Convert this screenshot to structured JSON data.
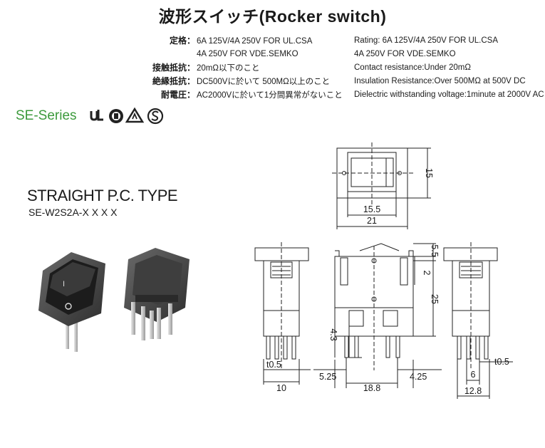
{
  "header": {
    "title": "波形スイッチ(Rocker switch)"
  },
  "spec_jp": [
    {
      "label": "定格：",
      "value": "6A 125V/4A 250V FOR UL.CSA"
    },
    {
      "label": "",
      "value": "4A 250V FOR VDE.SEMKO"
    },
    {
      "label": "接触抵抗：",
      "value": "20mΩ以下のこと"
    },
    {
      "label": "絶縁抵抗：",
      "value": "DC500Vに於いて 500MΩ以上のこと"
    },
    {
      "label": "耐電圧：",
      "value": "AC2000Vに於いて1分間異常がないこと"
    }
  ],
  "spec_en": [
    "Rating: 6A 125V/4A 250V FOR UL.CSA",
    "4A 250V FOR VDE.SEMKO",
    "Contact resistance:Under 20mΩ",
    "Insulation Resistance:Over 500MΩ  at 500V DC",
    "Dielectric withstanding voltage:1minute at 2000V AC"
  ],
  "series": "SE-Series",
  "certification_icons": [
    "ul-recognized-icon",
    "csa-icon",
    "semko-icon",
    "s-mark-icon"
  ],
  "product": {
    "type_title": "STRAIGHT P.C. TYPE",
    "model": "SE-W2S2A-X X X X"
  },
  "dimensions": {
    "top_height": "15",
    "top_inner_width": "15.5",
    "top_outer_width": "21",
    "cap_height": "5.5",
    "step_height": "2",
    "body_height": "25",
    "terminal_len": "4.3",
    "left_thick": "t0.5",
    "left_width": "10",
    "front_left": "5.25",
    "front_width": "18.8",
    "front_right": "4.25",
    "right_pitch": "6",
    "right_thick": "t0.5",
    "right_width": "12.8"
  },
  "colors": {
    "series_green": "#3c9a3c",
    "text": "#1a1a1a"
  }
}
